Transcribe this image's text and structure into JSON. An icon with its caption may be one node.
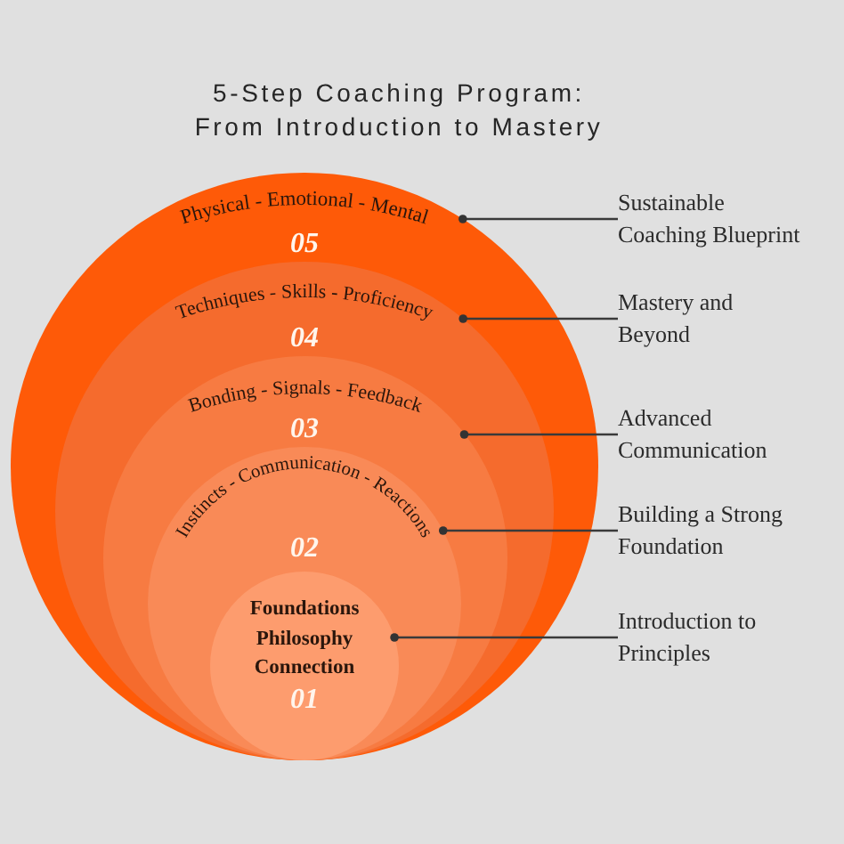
{
  "diagram": {
    "title": "5-Step Coaching Program: From Introduction to Mastery",
    "nodes": [
      {
        "text": [
          "Physical - Emotional - Mental",
          "05"
        ]
      },
      {
        "text": [
          "Techniques - Skills - Proficiency",
          "04"
        ],
        "in": 0
      },
      {
        "text": [
          "Bonding - Signals - Feedback",
          "03"
        ],
        "in": 1
      },
      {
        "text": [
          "Instincts - Communication - Reactions",
          "02"
        ],
        "in": 2
      },
      {
        "text": [
          "Foundations Philosophy Connection",
          "01"
        ],
        "in": 3
      },
      {
        "text": [
          "Sustainable Coaching Blueprint"
        ]
      },
      {
        "text": [
          "Mastery and Beyond"
        ]
      },
      {
        "text": [
          "Advanced Communication"
        ]
      },
      {
        "text": [
          "Building a Strong Foundation"
        ]
      },
      {
        "text": [
          "Introduction to Principles"
        ]
      }
    ],
    "edges": [
      {
        "from": 5,
        "to": 0,
        "arrow": "other"
      },
      {
        "from": 6,
        "to": 1,
        "arrow": "other"
      },
      {
        "from": 7,
        "to": 2,
        "arrow": "other"
      },
      {
        "from": 8,
        "to": 3,
        "arrow": "other"
      },
      {
        "from": 9,
        "to": 4,
        "arrow": "other"
      }
    ]
  }
}
